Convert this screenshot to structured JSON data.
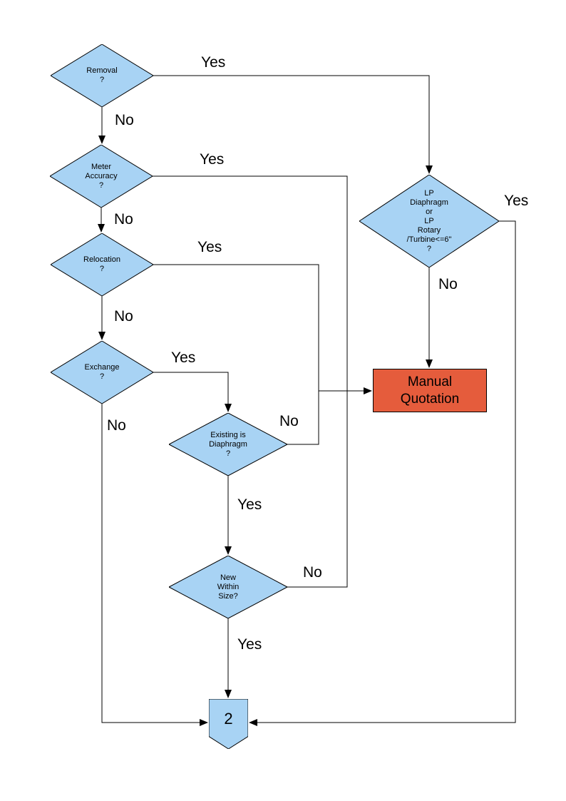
{
  "diagram": {
    "type": "flowchart",
    "colors": {
      "decision_fill": "#A8D3F4",
      "decision_border": "#000000",
      "process_fill": "#E55C3C",
      "connector_fill": "#A8D3F4",
      "line": "#000000",
      "label_text": "#000000"
    },
    "nodes": {
      "removal": {
        "shape": "decision",
        "label": "Removal\n?"
      },
      "meter_accuracy": {
        "shape": "decision",
        "label": "Meter\nAccuracy\n?"
      },
      "relocation": {
        "shape": "decision",
        "label": "Relocation\n?"
      },
      "exchange": {
        "shape": "decision",
        "label": "Exchange\n?"
      },
      "existing_is_diaphragm": {
        "shape": "decision",
        "label": "Existing is\nDiaphragm\n?"
      },
      "new_within_size": {
        "shape": "decision",
        "label": "New\nWithin\nSize?"
      },
      "lp_meter": {
        "shape": "decision",
        "label": "LP\nDiaphragm\nor\nLP\nRotary\n/Turbine<=6\"\n?"
      },
      "manual_quotation": {
        "shape": "process",
        "label": "Manual\nQuotation"
      },
      "offpage_connector_2": {
        "shape": "offpage-connector",
        "label": "2"
      }
    },
    "edge_labels": {
      "removal_yes": "Yes",
      "removal_no": "No",
      "meter_yes": "Yes",
      "meter_no": "No",
      "relocation_yes": "Yes",
      "relocation_no": "No",
      "exchange_yes": "Yes",
      "exchange_no": "No",
      "existing_no": "No",
      "existing_yes": "Yes",
      "new_within_no": "No",
      "new_within_yes": "Yes",
      "lp_yes": "Yes",
      "lp_no": "No"
    }
  }
}
